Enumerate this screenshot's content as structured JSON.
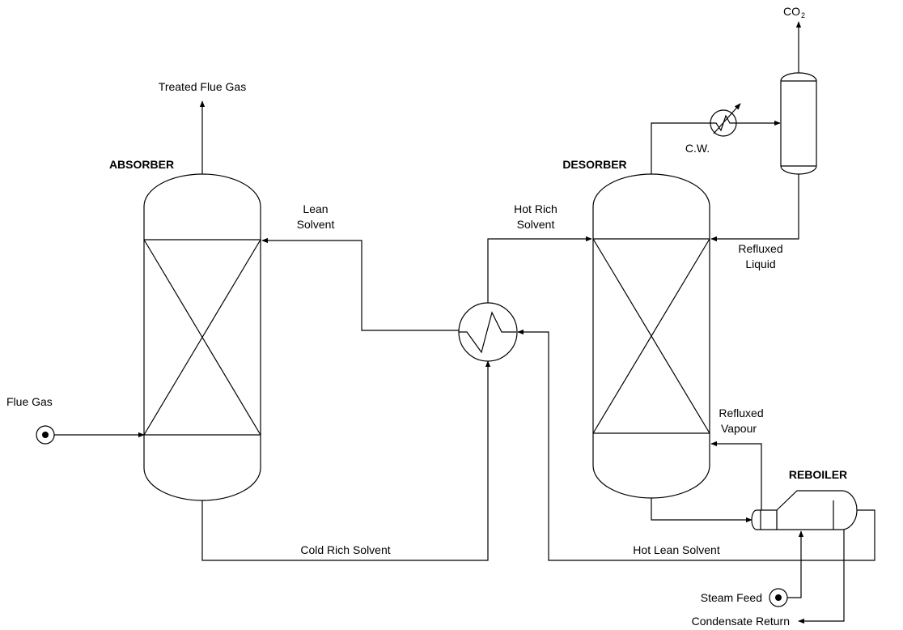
{
  "units": {
    "absorber": "ABSORBER",
    "desorber": "DESORBER",
    "reboiler": "REBOILER"
  },
  "streams": {
    "treated_flue_gas": "Treated Flue Gas",
    "co2_main": "CO",
    "co2_sub": "2",
    "flue_gas": "Flue Gas",
    "lean_solvent_1": "Lean",
    "lean_solvent_2": "Solvent",
    "hot_rich_solvent_1": "Hot Rich",
    "hot_rich_solvent_2": "Solvent",
    "refluxed_liquid_1": "Refluxed",
    "refluxed_liquid_2": "Liquid",
    "refluxed_vapour_1": "Refluxed",
    "refluxed_vapour_2": "Vapour",
    "cold_rich_solvent": "Cold Rich Solvent",
    "hot_lean_solvent": "Hot Lean Solvent",
    "cooling_water": "C.W.",
    "steam_feed": "Steam Feed",
    "condensate_return": "Condensate Return"
  }
}
